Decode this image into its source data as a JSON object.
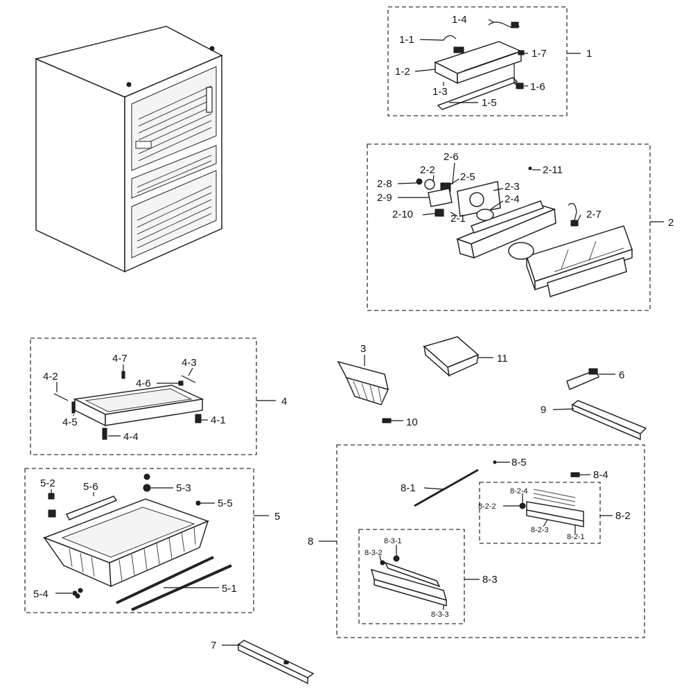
{
  "labels": {
    "1": "1",
    "1-1": "1-1",
    "1-2": "1-2",
    "1-3": "1-3",
    "1-4": "1-4",
    "1-5": "1-5",
    "1-6": "1-6",
    "1-7": "1-7",
    "2": "2",
    "2-1": "2-1",
    "2-2": "2-2",
    "2-3": "2-3",
    "2-4": "2-4",
    "2-5": "2-5",
    "2-6": "2-6",
    "2-7": "2-7",
    "2-8": "2-8",
    "2-9": "2-9",
    "2-10": "2-10",
    "2-11": "2-11",
    "3": "3",
    "4": "4",
    "4-1": "4-1",
    "4-2": "4-2",
    "4-3": "4-3",
    "4-4": "4-4",
    "4-5": "4-5",
    "4-6": "4-6",
    "4-7": "4-7",
    "5": "5",
    "5-1": "5-1",
    "5-2": "5-2",
    "5-3": "5-3",
    "5-4": "5-4",
    "5-5": "5-5",
    "5-6": "5-6",
    "6": "6",
    "7": "7",
    "8": "8",
    "8-1": "8-1",
    "8-2": "8-2",
    "8-2-1": "8-2-1",
    "8-2-2": "8-2-2",
    "8-2-3": "8-2-3",
    "8-2-4": "8-2-4",
    "8-3": "8-3",
    "8-3-1": "8-3-1",
    "8-3-2": "8-3-2",
    "8-3-3": "8-3-3",
    "8-4": "8-4",
    "8-5": "8-5",
    "9": "9",
    "10": "10",
    "11": "11"
  }
}
